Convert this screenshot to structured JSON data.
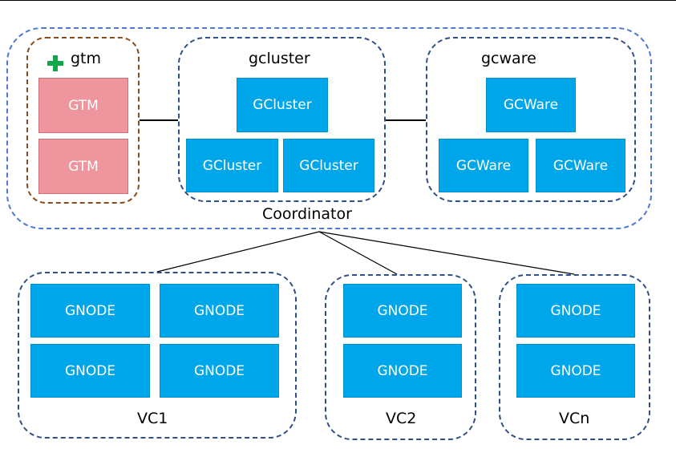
{
  "coordinator": {
    "label": "Coordinator",
    "gtm": {
      "title": "gtm",
      "nodes": [
        "GTM",
        "GTM"
      ]
    },
    "gcluster": {
      "title": "gcluster",
      "nodes": [
        "GCluster",
        "GCluster",
        "GCluster"
      ]
    },
    "gcware": {
      "title": "gcware",
      "nodes": [
        "GCWare",
        "GCWare",
        "GCWare"
      ]
    }
  },
  "vcs": [
    {
      "label": "VC1",
      "nodes": [
        "GNODE",
        "GNODE",
        "GNODE",
        "GNODE"
      ]
    },
    {
      "label": "VC2",
      "nodes": [
        "GNODE",
        "GNODE"
      ]
    },
    {
      "label": "VCn",
      "nodes": [
        "GNODE",
        "GNODE"
      ]
    }
  ],
  "colors": {
    "node_blue": "#00a6ea",
    "gtm_pink": "#ef959d",
    "plus_green": "#14a64a",
    "outer_border": "#4d78d6",
    "group_border": "#2f4f86",
    "gtm_border": "#8a4b1c"
  },
  "icons": {
    "gtm_marker": "plus-icon"
  }
}
